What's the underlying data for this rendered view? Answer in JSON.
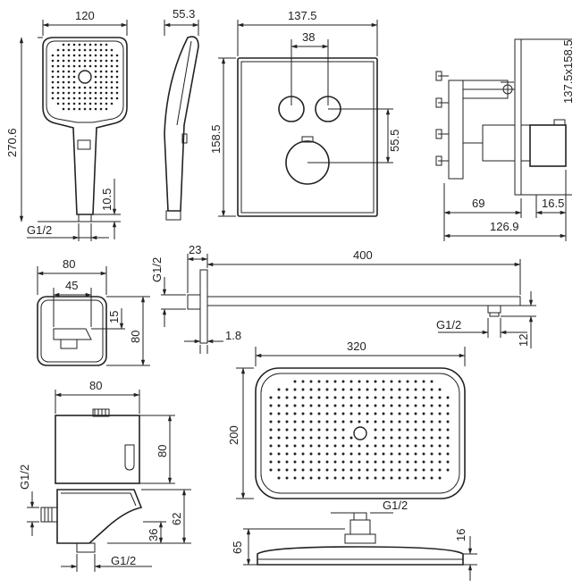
{
  "hand_shower": {
    "width_dim": "120",
    "height_dim": "270.6",
    "offset_dim": "10.5",
    "thread": "G1/2"
  },
  "hand_shower_side": {
    "depth_dim": "55.3"
  },
  "thermostat_panel": {
    "width_dim": "137.5",
    "height_dim": "158.5",
    "button_spacing_dim": "38",
    "knob_offset_dim": "55.5"
  },
  "thermostat_side": {
    "plate_dim": "137.5x158.5",
    "depth_dim": "69",
    "protrusion_dim": "16.5",
    "total_dim": "126.9"
  },
  "wall_outlet": {
    "width_dim": "80",
    "inner_dim": "45",
    "offset_dim": "15",
    "height_dim": "80"
  },
  "shower_arm": {
    "thread_left": "G1/2",
    "flange_dim": "23",
    "length_dim": "400",
    "plate_dim": "1.8",
    "thread_right": "G1/2",
    "drop_dim": "12"
  },
  "holder": {
    "width_dim": "80",
    "height_dim": "80",
    "thread_top": "G1/2",
    "height2_dim": "62",
    "offset_dim": "36",
    "thread_bottom": "G1/2"
  },
  "overhead_shower": {
    "width_dim": "320",
    "height_dim": "200",
    "thread": "G1/2",
    "body_dim": "65",
    "plate_dim": "16"
  }
}
